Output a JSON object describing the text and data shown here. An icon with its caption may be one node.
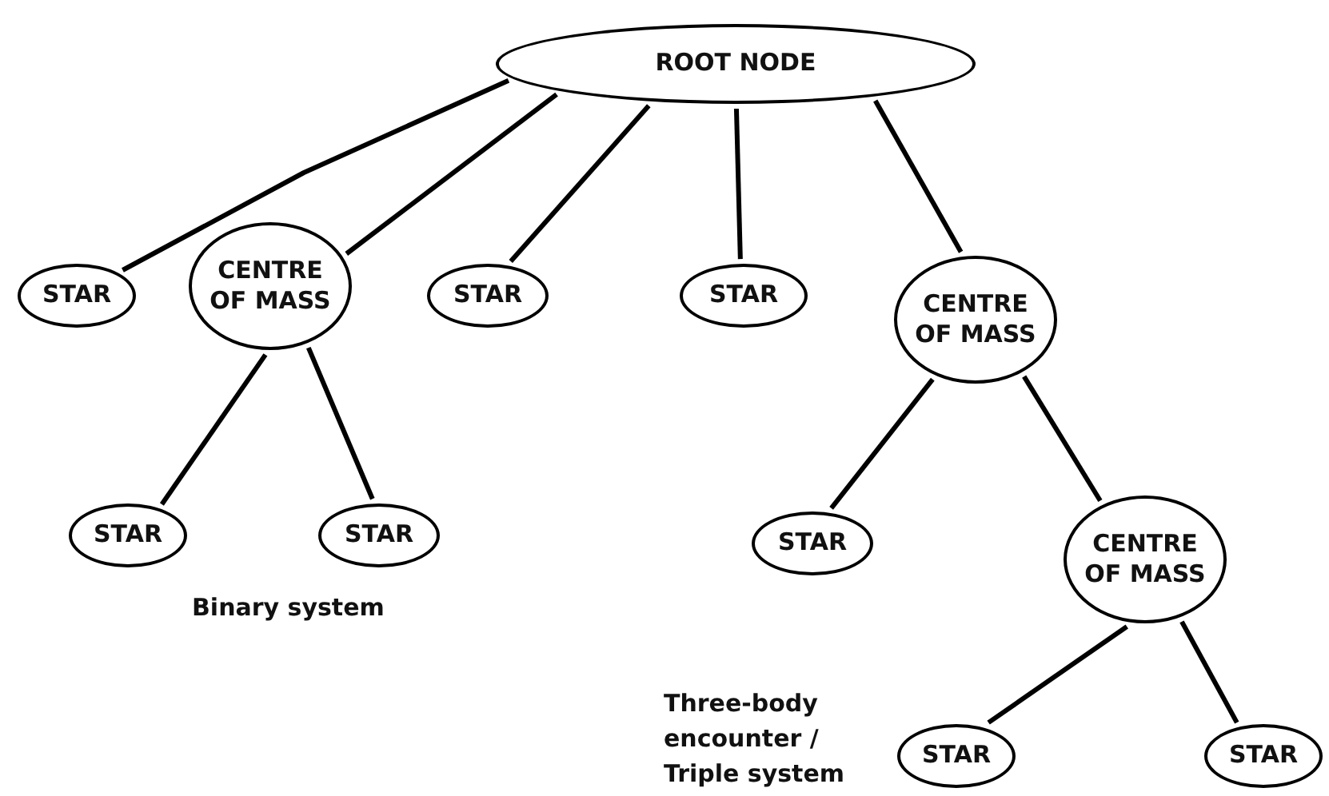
{
  "diagram": {
    "nodes": [
      {
        "text": [
          "ROOT NODE"
        ]
      },
      {
        "text": [
          "STAR"
        ]
      },
      {
        "text": [
          "CENTRE OF MASS"
        ]
      },
      {
        "text": [
          "STAR"
        ]
      },
      {
        "text": [
          "STAR"
        ]
      },
      {
        "text": [
          "CENTRE OF MASS"
        ]
      },
      {
        "text": [
          "STAR"
        ]
      },
      {
        "text": [
          "STAR"
        ]
      },
      {
        "text": [
          "STAR"
        ]
      },
      {
        "text": [
          "CENTRE OF MASS"
        ]
      },
      {
        "text": [
          "STAR"
        ]
      },
      {
        "text": [
          "STAR"
        ]
      }
    ],
    "edges": [
      {
        "from": 0,
        "to": 1,
        "arrow": "none"
      },
      {
        "from": 0,
        "to": 2,
        "arrow": "none"
      },
      {
        "from": 0,
        "to": 3,
        "arrow": "none"
      },
      {
        "from": 0,
        "to": 4,
        "arrow": "none"
      },
      {
        "from": 0,
        "to": 5,
        "arrow": "none"
      },
      {
        "from": 2,
        "to": 6,
        "arrow": "none"
      },
      {
        "from": 2,
        "to": 7,
        "arrow": "none"
      },
      {
        "from": 5,
        "to": 8,
        "arrow": "none"
      },
      {
        "from": 5,
        "to": 9,
        "arrow": "none"
      },
      {
        "from": 9,
        "to": 10,
        "arrow": "none"
      },
      {
        "from": 9,
        "to": 11,
        "arrow": "none"
      }
    ],
    "labels": [
      "Binary system",
      "Three-body encounter / Triple system"
    ]
  }
}
